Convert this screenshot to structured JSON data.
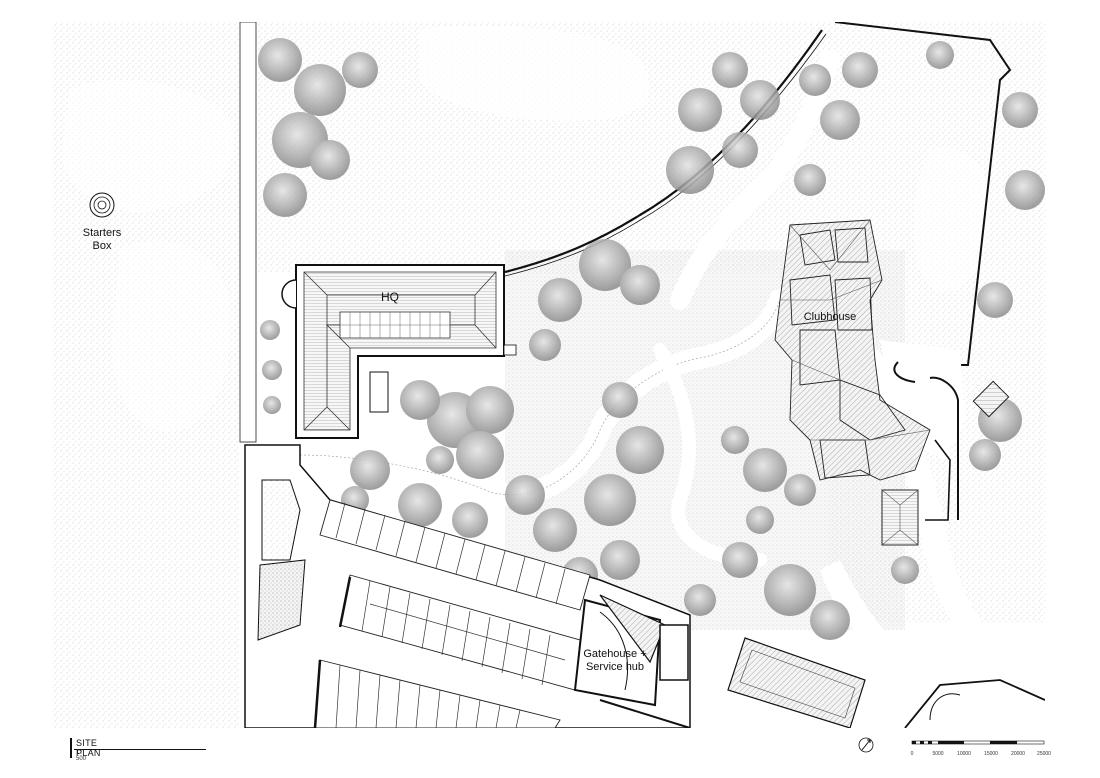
{
  "labels": {
    "starters_box_line1": "Starters",
    "starters_box_line2": "Box",
    "hq": "HQ",
    "clubhouse": "Clubhouse",
    "gatehouse_line1": "Gatehouse +",
    "gatehouse_line2": "Service hub"
  },
  "title_block": {
    "title": "SITE PLAN",
    "scale": "1 : 500"
  },
  "scale_bar": {
    "ticks": [
      "0",
      "5000",
      "10000",
      "15000",
      "20000",
      "25000"
    ]
  },
  "colors": {
    "ink": "#111111",
    "paper": "#ffffff",
    "lawn_stipple": "#c8c8c8",
    "tree_canopy": "#8a8a8a",
    "path_fill": "#ffffff"
  },
  "icons": {
    "north_arrow": "north-arrow-icon",
    "starters_box": "target-circle-icon"
  }
}
